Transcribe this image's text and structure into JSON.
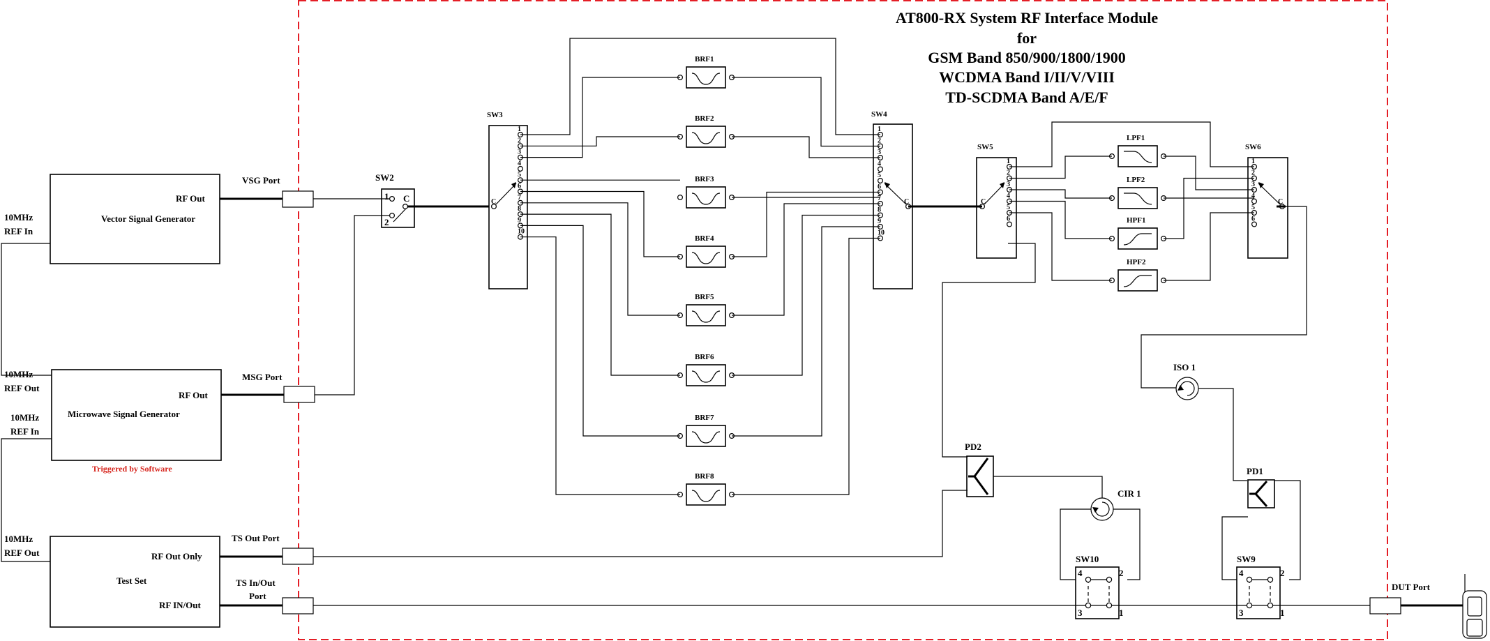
{
  "title": {
    "lines": [
      "AT800-RX System RF Interface Module",
      "for",
      "GSM Band 850/900/1800/1900",
      "WCDMA Band I/II/V/VIII",
      "TD-SCDMA Band A/E/F"
    ]
  },
  "instruments": {
    "vsg": {
      "name": "Vector Signal Generator",
      "port": "RF Out",
      "ref_in": [
        "10MHz",
        "REF In"
      ]
    },
    "msg": {
      "name": "Microwave Signal Generator",
      "port": "RF Out",
      "ref_out": [
        "10MHz",
        "REF Out"
      ],
      "ref_in": [
        "10MHz",
        "REF In"
      ],
      "note": "Triggered by Software"
    },
    "ts": {
      "name": "Test Set",
      "port1": "RF Out Only",
      "port2": "RF IN/Out",
      "ref_out": [
        "10MHz",
        "REF Out"
      ]
    }
  },
  "ports": {
    "vsg": "VSG Port",
    "msg": "MSG Port",
    "ts_out": "TS Out Port",
    "ts_inout": [
      "TS In/Out",
      "Port"
    ],
    "dut": "DUT Port"
  },
  "switches": {
    "sw2": "SW2",
    "sw3": "SW3",
    "sw4": "SW4",
    "sw5": "SW5",
    "sw6": "SW6",
    "sw9": "SW9",
    "sw10": "SW10",
    "common": "C",
    "sw2_pins": [
      "1",
      "2"
    ],
    "sw34_pins": [
      "1",
      "2",
      "3",
      "4",
      "5",
      "6",
      "7",
      "8",
      "9",
      "10"
    ],
    "sw56_pins": [
      "1",
      "2",
      "3",
      "4",
      "5",
      "6"
    ],
    "xfer_pins": [
      "4",
      "2",
      "3",
      "1"
    ]
  },
  "filters": {
    "brf": [
      "BRF1",
      "BRF2",
      "BRF3",
      "BRF4",
      "BRF5",
      "BRF6",
      "BRF7",
      "BRF8"
    ],
    "lpf": [
      "LPF1",
      "LPF2"
    ],
    "hpf": [
      "HPF1",
      "HPF2"
    ]
  },
  "components": {
    "iso1": "ISO 1",
    "cir1": "CIR 1",
    "pd1": "PD1",
    "pd2": "PD2"
  },
  "colors": {
    "boundary": "#e41e26",
    "note": "#d7261e",
    "line": "#000000"
  }
}
